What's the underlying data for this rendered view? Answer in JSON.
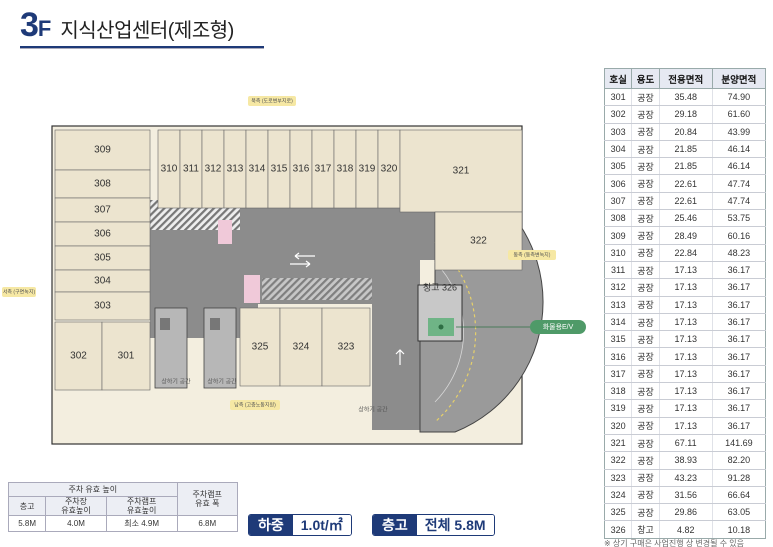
{
  "header": {
    "floor_num": "3",
    "floor_suffix": "F",
    "title": "지식산업센터(제조형)"
  },
  "plan": {
    "rooms": [
      "309",
      "308",
      "307",
      "306",
      "305",
      "304",
      "303",
      "302",
      "301",
      "310",
      "311",
      "312",
      "313",
      "314",
      "315",
      "316",
      "317",
      "318",
      "319",
      "320",
      "321",
      "322",
      "325",
      "324",
      "323"
    ],
    "storage": "창고\n326",
    "labels": {
      "north": "북측 (도로변부지로)",
      "west": "서측 (구면녹지)",
      "east": "동측 (동측변녹지)",
      "south": "남측 (고층노동지원)",
      "freight_elevator": "화물용E/V",
      "lift_left": "상하기 공간",
      "lift_mid": "상하기 공간",
      "lift_right": "상하기\n공간"
    }
  },
  "room_table": {
    "headers": [
      "호실",
      "용도",
      "전용면적",
      "분양면적"
    ],
    "rows": [
      [
        "301",
        "공장",
        "35.48",
        "74.90"
      ],
      [
        "302",
        "공장",
        "29.18",
        "61.60"
      ],
      [
        "303",
        "공장",
        "20.84",
        "43.99"
      ],
      [
        "304",
        "공장",
        "21.85",
        "46.14"
      ],
      [
        "305",
        "공장",
        "21.85",
        "46.14"
      ],
      [
        "306",
        "공장",
        "22.61",
        "47.74"
      ],
      [
        "307",
        "공장",
        "22.61",
        "47.74"
      ],
      [
        "308",
        "공장",
        "25.46",
        "53.75"
      ],
      [
        "309",
        "공장",
        "28.49",
        "60.16"
      ],
      [
        "310",
        "공장",
        "22.84",
        "48.23"
      ],
      [
        "311",
        "공장",
        "17.13",
        "36.17"
      ],
      [
        "312",
        "공장",
        "17.13",
        "36.17"
      ],
      [
        "313",
        "공장",
        "17.13",
        "36.17"
      ],
      [
        "314",
        "공장",
        "17.13",
        "36.17"
      ],
      [
        "315",
        "공장",
        "17.13",
        "36.17"
      ],
      [
        "316",
        "공장",
        "17.13",
        "36.17"
      ],
      [
        "317",
        "공장",
        "17.13",
        "36.17"
      ],
      [
        "318",
        "공장",
        "17.13",
        "36.17"
      ],
      [
        "319",
        "공장",
        "17.13",
        "36.17"
      ],
      [
        "320",
        "공장",
        "17.13",
        "36.17"
      ],
      [
        "321",
        "공장",
        "67.11",
        "141.69"
      ],
      [
        "322",
        "공장",
        "38.93",
        "82.20"
      ],
      [
        "323",
        "공장",
        "43.23",
        "91.28"
      ],
      [
        "324",
        "공장",
        "31.56",
        "66.64"
      ],
      [
        "325",
        "공장",
        "29.86",
        "63.05"
      ],
      [
        "326",
        "창고",
        "4.82",
        "10.18"
      ]
    ],
    "note": "※ 상기 구매은 사업진행 상 변경될 수 있음"
  },
  "parking_table": {
    "group_header": "주차 유효 높이",
    "col_floor": "층고",
    "col_parking": "주차장\n유효높이",
    "col_ramp": "주차램프\n유효높이",
    "col_ramp_width": "주차램프\n유효 폭",
    "values": [
      "5.8M",
      "4.0M",
      "최소 4.9M",
      "6.8M"
    ]
  },
  "badges": {
    "load_key": "하중",
    "load_value": "1.0t/㎡",
    "height_key": "층고",
    "height_value": "전체 5.8M"
  },
  "colors": {
    "brand": "#1e3a78",
    "room_fill": "#ece4cf",
    "corridor": "#8c8c8c",
    "ramp": "#9a9a9a"
  }
}
